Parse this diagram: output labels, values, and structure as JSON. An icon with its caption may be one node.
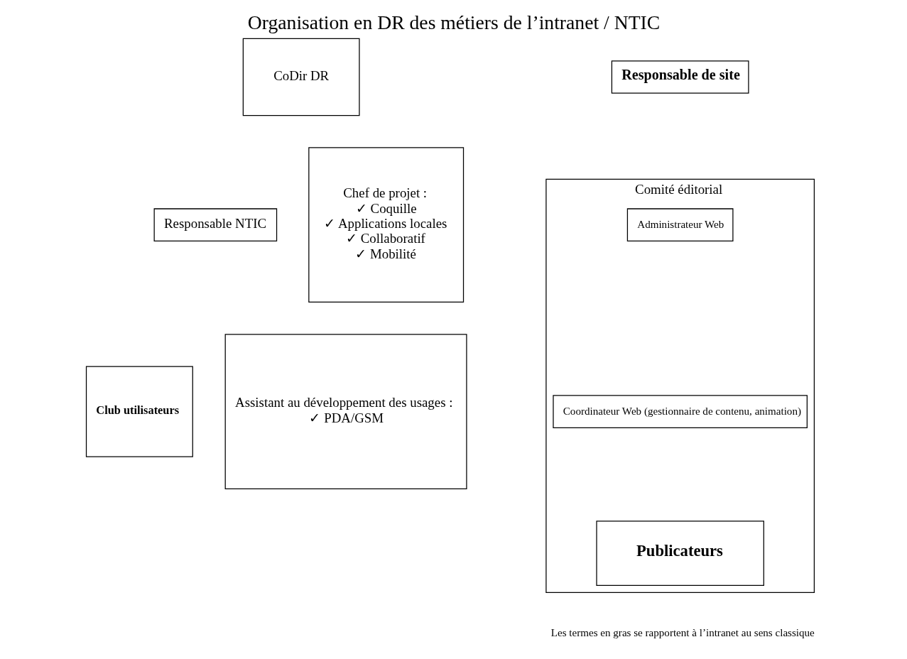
{
  "diagram": {
    "title": "Organisation en DR des métiers de l’intranet / NTIC",
    "nodes": [
      {
        "text": [
          "CoDir DR"
        ]
      },
      {
        "text": [
          "Responsable NTIC"
        ]
      },
      {
        "text": [
          "Responsable de site"
        ]
      },
      {
        "text": [
          "Comité éditorial"
        ]
      },
      {
        "text": [
          "Administrateur Web"
        ],
        "in": 3
      },
      {
        "text": [
          "Coordinateur Web (gestionnaire de contenu, animation)"
        ],
        "in": 3
      },
      {
        "text": [
          "Publicateurs"
        ],
        "in": 3
      },
      {
        "text": [
          "Club utilisateurs"
        ]
      },
      {
        "text": [
          "Chef de projet :",
          "✓ Coquille",
          "✓ Applications locales",
          "✓ Collaboratif",
          "✓ Mobilité"
        ]
      },
      {
        "text": [
          "Assistant au développement des usages :",
          "✓ PDA/GSM"
        ]
      }
    ],
    "edges": [],
    "labels": [
      "Les termes en gras se rapportent à l’intranet au sens classique"
    ]
  }
}
